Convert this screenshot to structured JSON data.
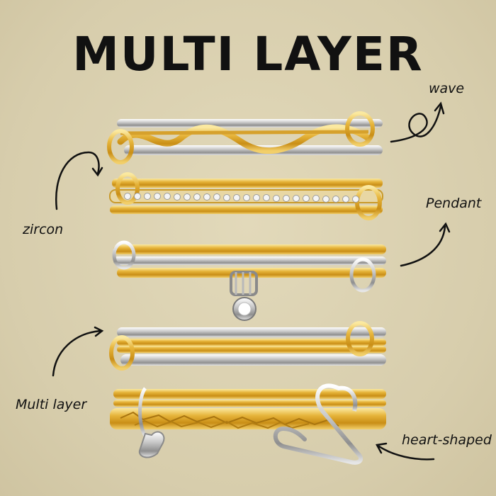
{
  "title": "MULTI LAYER",
  "labels": {
    "wave": "wave",
    "zircon": "zircon",
    "pendant": "Pendant",
    "multi_layer": "Multi layer",
    "heart_shaped": "heart-shaped"
  },
  "colors": {
    "background": "#d9cfae",
    "gold": "#e0a92a",
    "silver": "#c9c9c9",
    "text": "#111111"
  }
}
